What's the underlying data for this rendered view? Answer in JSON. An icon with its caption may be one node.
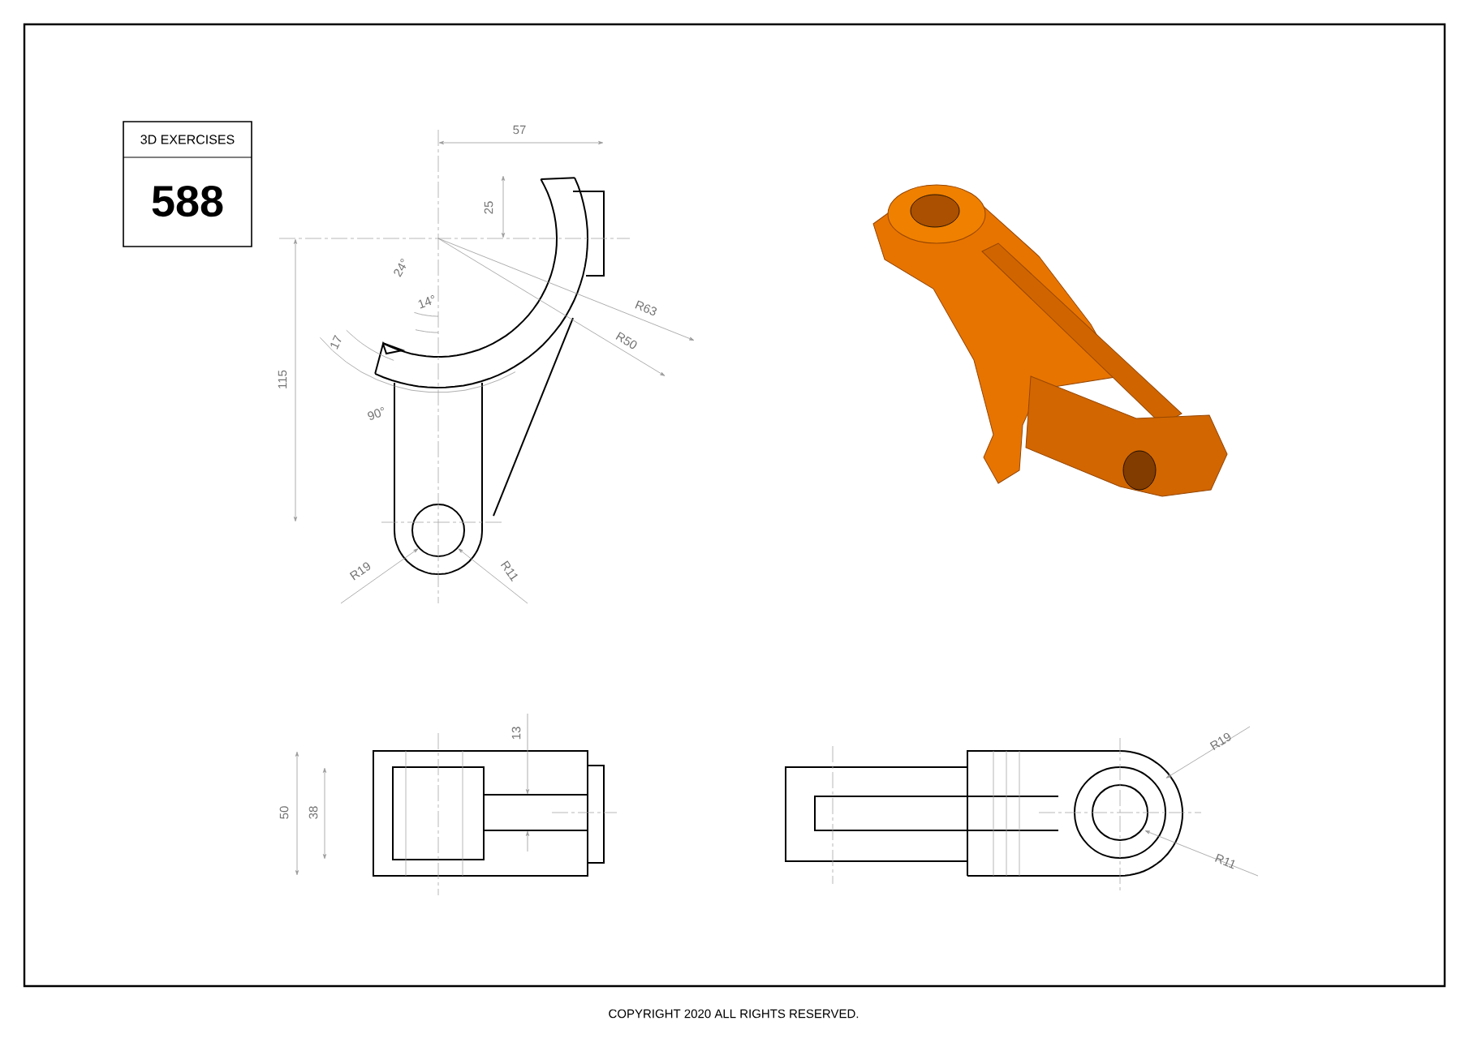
{
  "diagram": {
    "nodes": [
      {
        "text": [
          "3D EXERCISES",
          "588"
        ]
      }
    ],
    "labels": [
      "57",
      "25",
      "24°",
      "14°",
      "17",
      "R63",
      "R50",
      "115",
      "90°",
      "R19",
      "R11",
      "13",
      "50",
      "38",
      "R19",
      "R11",
      "COPYRIGHT 2020 ALL RIGHTS RESERVED."
    ]
  }
}
